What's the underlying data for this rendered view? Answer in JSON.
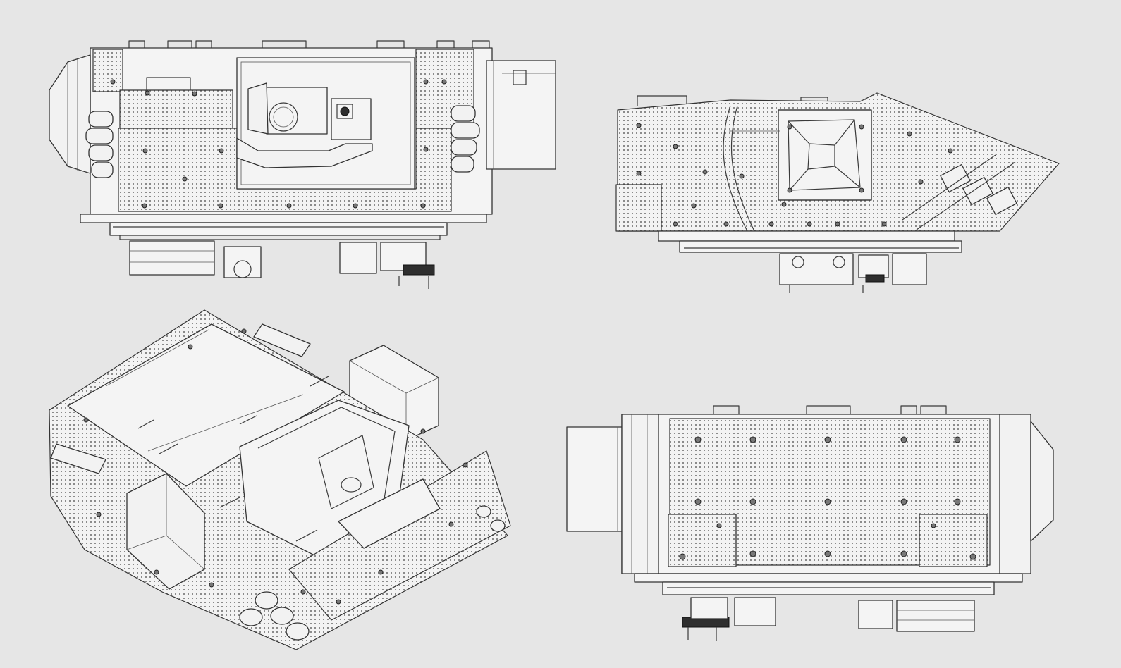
{
  "colors": {
    "background": "#e6e6e6",
    "line": "#3a3a3a",
    "panel_fill": "#f2f2f2"
  },
  "views": [
    {
      "id": "top-view",
      "icon": "turret-top-view-drawing"
    },
    {
      "id": "side-view",
      "icon": "turret-side-view-drawing"
    },
    {
      "id": "isometric-view",
      "icon": "turret-isometric-view-drawing"
    },
    {
      "id": "bottom-view",
      "icon": "turret-bottom-view-drawing"
    }
  ]
}
